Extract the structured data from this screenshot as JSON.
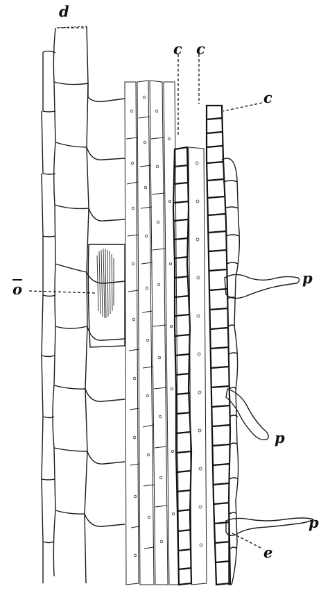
{
  "figure": {
    "labels": {
      "d": "d",
      "c1": "c",
      "c2": "c",
      "c3": "c",
      "o": "o",
      "p1": "p",
      "p2": "p",
      "p3": "p",
      "e": "e"
    }
  }
}
